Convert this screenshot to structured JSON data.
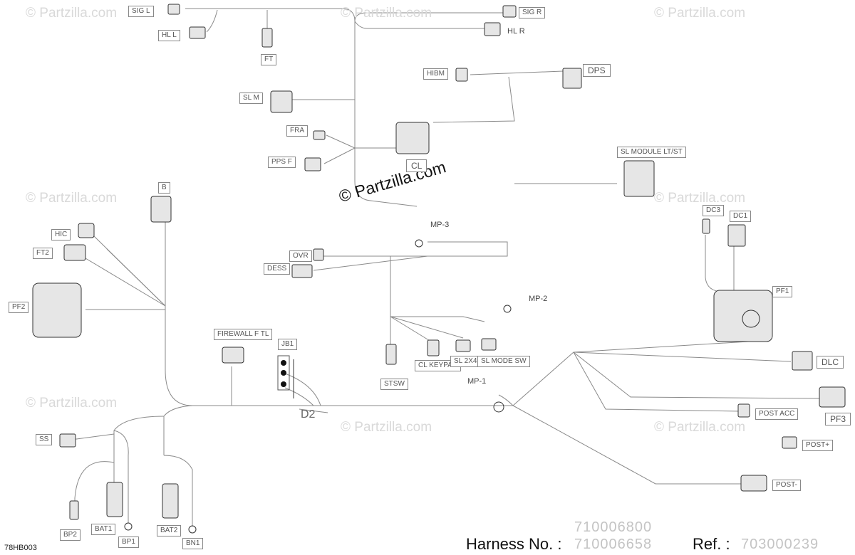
{
  "watermarks": {
    "corner": "© Partzilla.com",
    "main": "© Partzilla.com"
  },
  "labels": {
    "sig_l": "SIG L",
    "hl_l": "HL L",
    "ft": "FT",
    "sig_r": "SIG R",
    "hl_r": "HL R",
    "hibm": "HIBM",
    "dps": "DPS",
    "sl_m": "SL M",
    "fra": "FRA",
    "pps_f": "PPS F",
    "cl": "CL",
    "sl_module": "SL MODULE LT/ST",
    "b": "B",
    "hic": "HIC",
    "ft2": "FT2",
    "pf2": "PF2",
    "ovr": "OVR",
    "dess": "DESS",
    "mp3": "MP-3",
    "mp2": "MP-2",
    "mp1": "MP-1",
    "dc3": "DC3",
    "dc1": "DC1",
    "pf1": "PF1",
    "firewall": "FIREWALL F TL",
    "jb1": "JB1",
    "stsw": "STSW",
    "cl_keypad": "CL KEYPAD",
    "sl_2x4": "SL 2X4",
    "sl_mode_sw": "SL MODE SW",
    "dlc": "DLC",
    "d2": "D2",
    "pf3": "PF3",
    "post_acc": "POST ACC",
    "post_plus": "POST+",
    "post_minus": "POST-",
    "ss": "SS",
    "bp2": "BP2",
    "bat1": "BAT1",
    "bp1": "BP1",
    "bat2": "BAT2",
    "bn1": "BN1"
  },
  "footer": {
    "diagram_code": "78HB003",
    "harness_label": "Harness No. :",
    "harness_numbers": [
      "710006800",
      "710006658"
    ],
    "ref_label": "Ref. :",
    "ref_number": "703000239"
  }
}
